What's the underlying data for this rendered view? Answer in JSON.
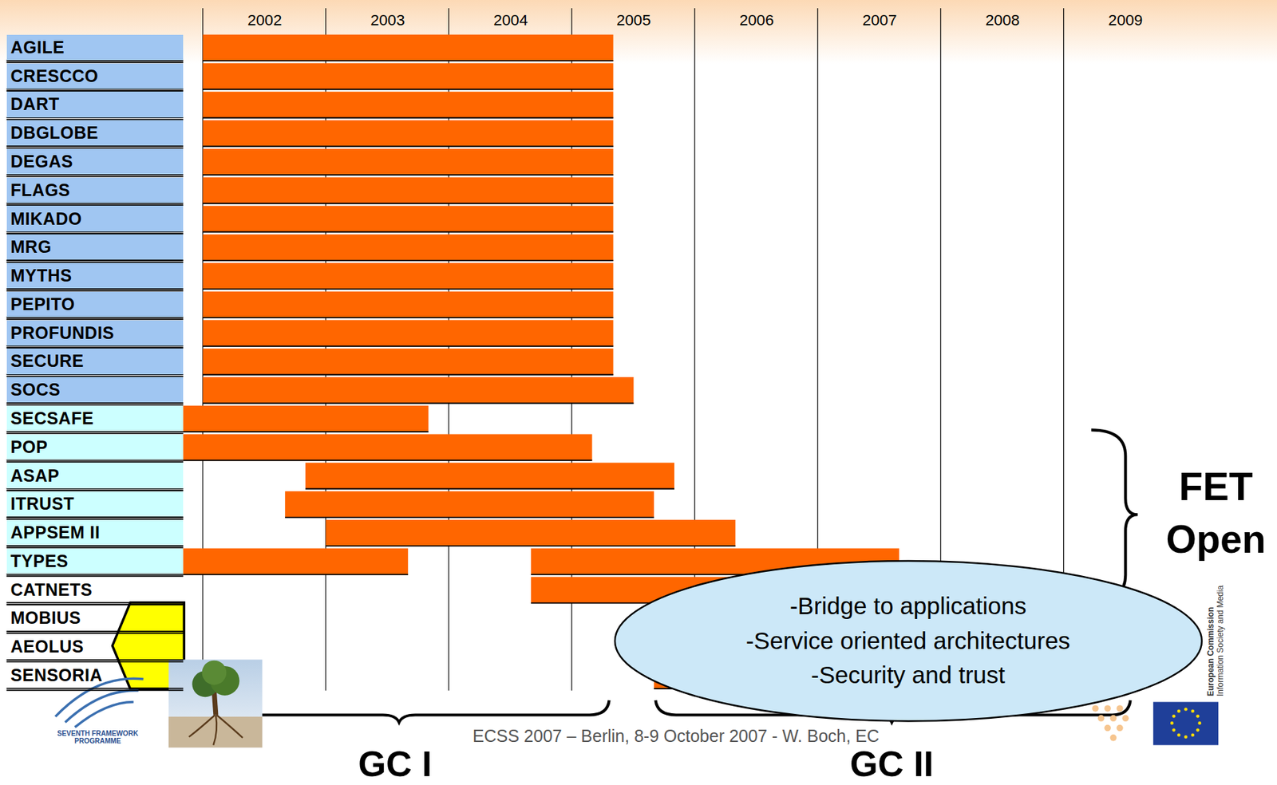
{
  "diagram": {
    "nodes": [
      {
        "text": [
          "AGILE"
        ]
      },
      {
        "text": [
          "CRESCCO"
        ]
      },
      {
        "text": [
          "DART"
        ]
      },
      {
        "text": [
          "DBGLOBE"
        ]
      },
      {
        "text": [
          "DEGAS"
        ]
      },
      {
        "text": [
          "FLAGS"
        ]
      },
      {
        "text": [
          "MIKADO"
        ]
      },
      {
        "text": [
          "MRG"
        ]
      },
      {
        "text": [
          "MYTHS"
        ]
      },
      {
        "text": [
          "PEPITO"
        ]
      },
      {
        "text": [
          "PROFUNDIS"
        ]
      },
      {
        "text": [
          "SECURE"
        ]
      },
      {
        "text": [
          "SOCS"
        ]
      },
      {
        "text": [
          "SECSAFE"
        ]
      },
      {
        "text": [
          "POP"
        ]
      },
      {
        "text": [
          "ASAP"
        ]
      },
      {
        "text": [
          "ITRUST"
        ]
      },
      {
        "text": [
          "APPSEM II"
        ]
      },
      {
        "text": [
          "TYPES"
        ]
      },
      {
        "text": [
          "CATNETS"
        ]
      },
      {
        "text": [
          "MOBIUS"
        ]
      },
      {
        "text": [
          "AEOLUS"
        ]
      },
      {
        "text": [
          "SENSORIA"
        ]
      },
      {
        "text": [
          "-Bridge to applications",
          "-Service oriented architectures",
          "-Security and trust"
        ]
      }
    ],
    "labels": [
      "2002",
      "2003",
      "2004",
      "2005",
      "2006",
      "2007",
      "2008",
      "2009",
      "FET Open",
      "GC I",
      "GC II",
      "ECSS 2007 – Berlin, 8-9 October 2007 - W. Boch, EC",
      "SEVENTH FRAMEWORK PROGRAMME",
      "European Commission",
      "Information Society and Media"
    ]
  }
}
